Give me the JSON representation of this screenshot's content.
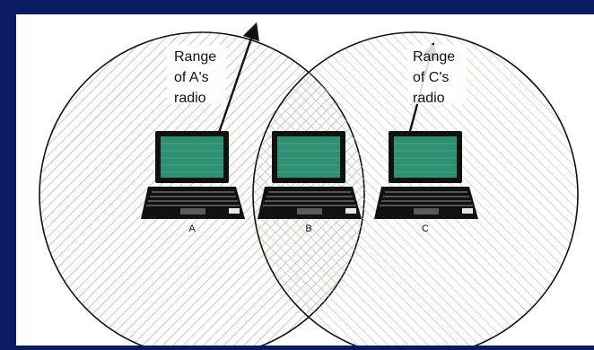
{
  "diagram": {
    "label_a_range": [
      "Range",
      "of A's",
      "radio"
    ],
    "label_c_range": [
      "Range",
      "of C's",
      "radio"
    ],
    "laptops": [
      {
        "label": "A"
      },
      {
        "label": "B"
      },
      {
        "label": "C"
      }
    ]
  },
  "colors": {
    "background": "#0a1a63",
    "panel": "#ffffff",
    "hatch_a": "#8fb88a",
    "hatch_c": "#a9c7a3",
    "screen": "#2f8f73",
    "laptop_dark": "#111111"
  }
}
